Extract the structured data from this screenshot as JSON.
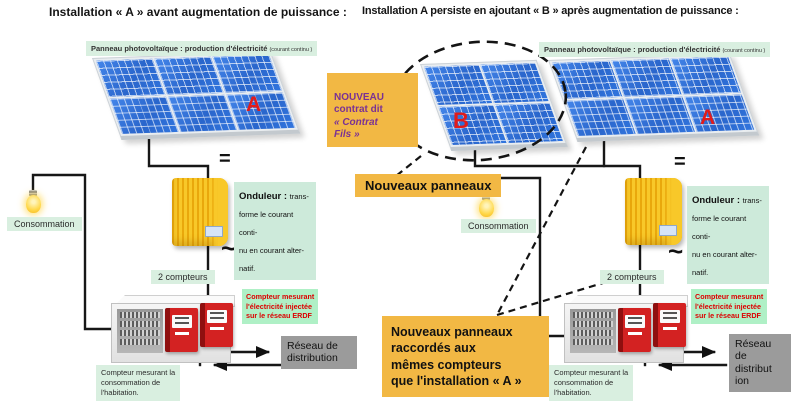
{
  "titles": {
    "left": "Installation « A » avant augmentation de puissance :",
    "right": "Installation A persiste en ajoutant « B » après augmentation de puissance :"
  },
  "common": {
    "panel_caption": "Panneau photovoltaïque : production d'électricité ",
    "panel_caption_small": "(courant continu )",
    "consommation": "Consommation",
    "onduleur_title": "Onduleur : ",
    "onduleur_text": "trans-\nforme le courant conti-\nnu   en courant alter-\nnatif.",
    "dc_symbol": "=",
    "ac_symbol": "~",
    "two_meters": "2 compteurs",
    "meter_export_note": "Compteur  mesurant\nl'électricité  injectée\nsur le réseau ERDF",
    "meter_conso_note": "Compteur mesurant la\nconsommation de\nl'habitation."
  },
  "left": {
    "panel_letter": "A",
    "grid_label": "Réseau  de\ndistribution"
  },
  "right": {
    "panel_a_letter": "A",
    "panel_b_letter": "B",
    "grid_label": "Réseau\nde\ndistribut\nion",
    "contract_line1": "NOUVEAU\ncontrat dit",
    "contract_line2": "« Contrat\nFils »",
    "new_panels_label": "Nouveaux panneaux",
    "new_panels_note": "Nouveaux panneaux\nraccordés aux\nmêmes compteurs\nque l'installation « A »"
  },
  "colors": {
    "accent_yellow": "#F2B844",
    "mint_label": "#D9EFE0",
    "mint_bright": "#AFF0C6",
    "alert_red": "#DD0000",
    "contract_purple": "#7A3194",
    "grid_gray": "#9B9B9B",
    "panel_blue": "#2B6BD4",
    "inverter_yellow": "#F5C21B",
    "meter_red": "#CE1F1F"
  }
}
